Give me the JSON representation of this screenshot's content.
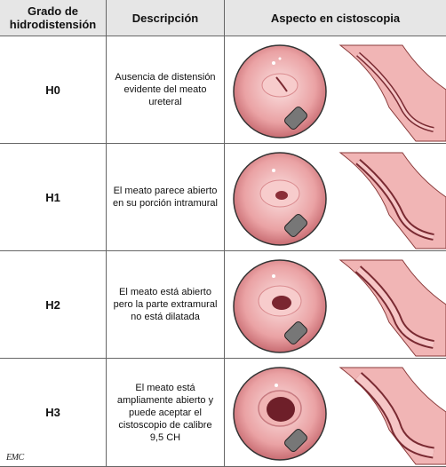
{
  "headers": {
    "grade": "Grado de hidrodistensión",
    "description": "Descripción",
    "appearance": "Aspecto en cistoscopia"
  },
  "rows": [
    {
      "grade": "H0",
      "description": "Ausencia de distensión evidente del meato ureteral",
      "illustration": "ureteral-meatus-closed"
    },
    {
      "grade": "H1",
      "description": "El meato parece abierto en su porción intramural",
      "illustration": "ureteral-meatus-slightly-open"
    },
    {
      "grade": "H2",
      "description": "El meato está abierto pero la parte extramural no está dilatada",
      "illustration": "ureteral-meatus-open"
    },
    {
      "grade": "H3",
      "description": "El meato está ampliamente abierto y puede aceptar el cistoscopio de calibre 9,5 CH",
      "illustration": "ureteral-meatus-wide-open"
    }
  ],
  "logo": "EMC",
  "colors": {
    "header_bg": "#e6e6e6",
    "mucosa": "#e89a9a",
    "grid": "#666666"
  }
}
